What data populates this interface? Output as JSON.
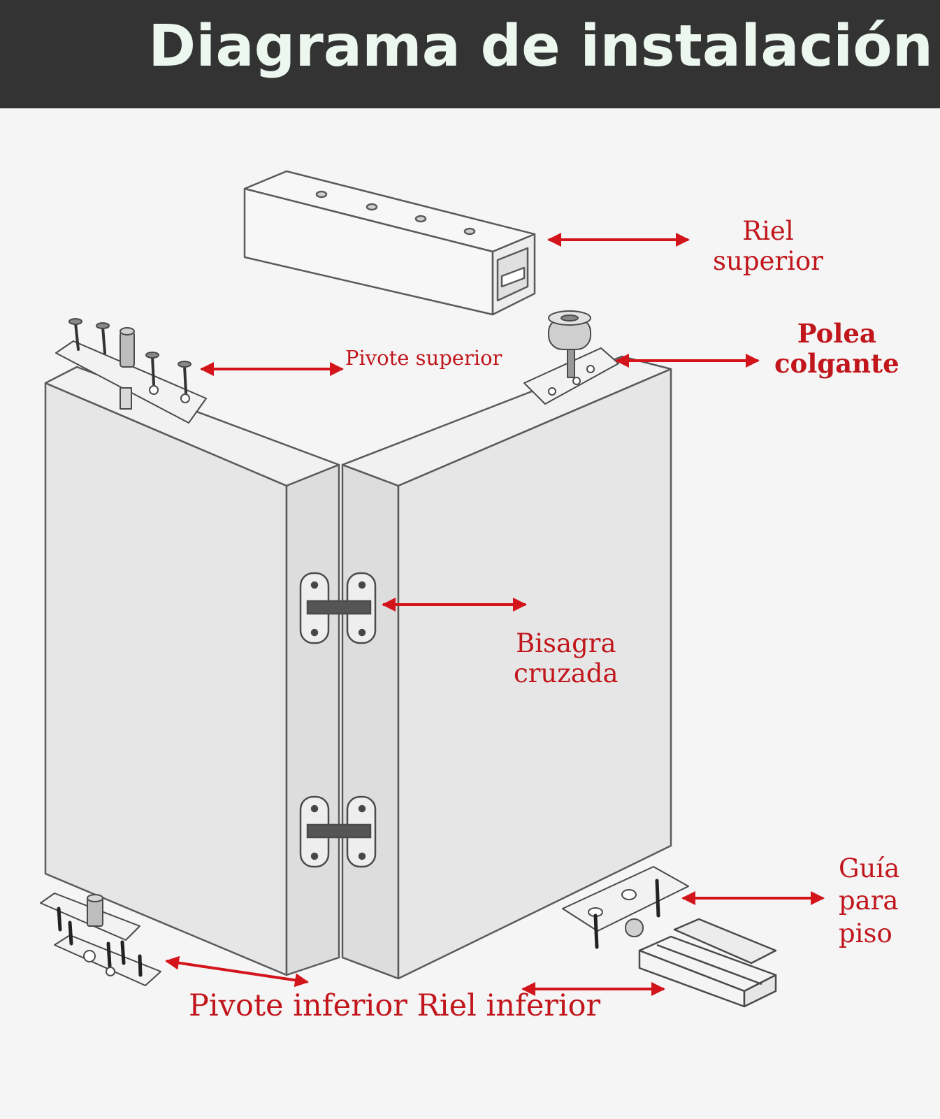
{
  "header": {
    "title": "Diagrama de instalación"
  },
  "labels": {
    "riel_superior": [
      "Riel",
      "superior"
    ],
    "pivote_superior": "Pivote superior",
    "polea_colgante": [
      "Polea",
      "colgante"
    ],
    "bisagra_cruzada": [
      "Bisagra",
      "cruzada"
    ],
    "guia_para_piso": [
      "Guía",
      "para",
      "piso"
    ],
    "pivote_inferior": "Pivote inferior",
    "riel_inferior": "Riel inferior"
  },
  "colors": {
    "header_bg": "#333333",
    "header_text": "#ecf7ef",
    "label_red": "#c0161c",
    "arrow_red": "#d3141b",
    "line_gray": "#5a5a5a",
    "panel_fill": "#e6e6e6"
  }
}
